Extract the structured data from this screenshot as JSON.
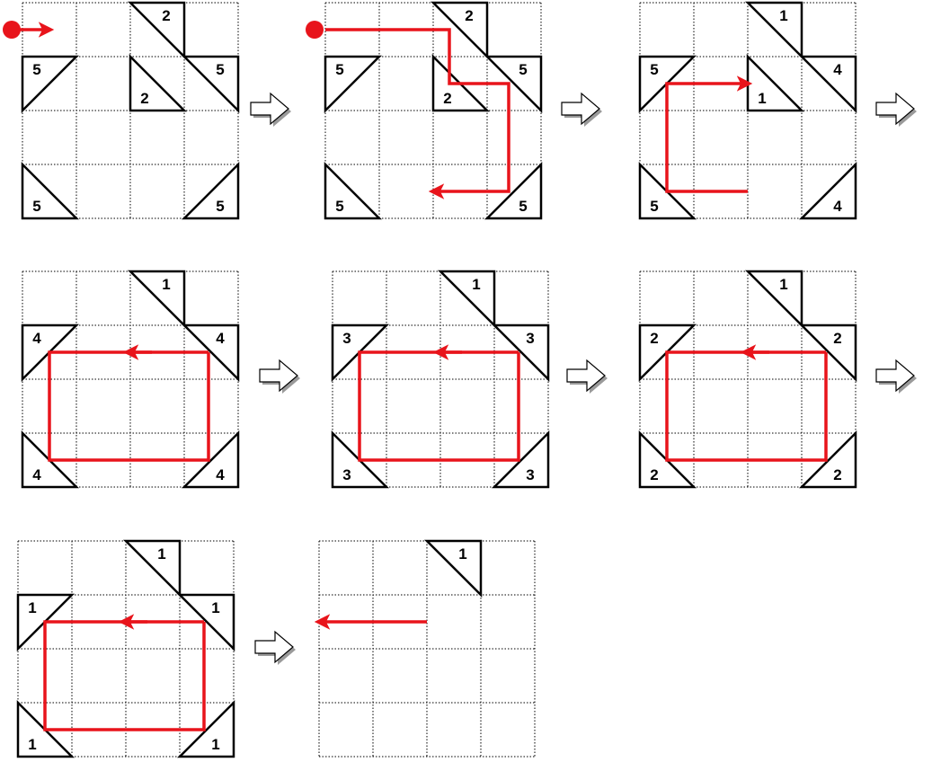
{
  "colors": {
    "grid": "#000000",
    "mirror_stroke": "#000000",
    "mirror_fill": "#ffffff",
    "path": "#e8141b",
    "start_marker": "#e8141b",
    "flow_arrow_fill": "#ffffff",
    "flow_arrow_shadow": "#9a9a9a"
  },
  "icons": {
    "start_marker": "filled-red-dot-icon",
    "flow_arrow": "hollow-right-arrow-icon",
    "path_arrowhead": "red-arrowhead-icon"
  },
  "puzzle": {
    "grid_rows": 4,
    "grid_cols": 4,
    "panels": [
      {
        "mirrors": [
          {
            "row": 0,
            "col": 2,
            "corner": "tr",
            "count": "2"
          },
          {
            "row": 1,
            "col": 0,
            "corner": "tl",
            "count": "5"
          },
          {
            "row": 1,
            "col": 2,
            "corner": "bl",
            "count": "2"
          },
          {
            "row": 1,
            "col": 3,
            "corner": "tr",
            "count": "5"
          },
          {
            "row": 3,
            "col": 0,
            "corner": "bl",
            "count": "5"
          },
          {
            "row": 3,
            "col": 3,
            "corner": "br",
            "count": "5"
          }
        ],
        "path": [
          [
            -0.15,
            0.5
          ],
          [
            0.5,
            0.5
          ]
        ],
        "start_marker": true,
        "path_arrowhead": true
      },
      {
        "mirrors": [
          {
            "row": 0,
            "col": 2,
            "corner": "tr",
            "count": "2"
          },
          {
            "row": 1,
            "col": 0,
            "corner": "tl",
            "count": "5"
          },
          {
            "row": 1,
            "col": 2,
            "corner": "bl",
            "count": "2"
          },
          {
            "row": 1,
            "col": 3,
            "corner": "tr",
            "count": "5"
          },
          {
            "row": 3,
            "col": 0,
            "corner": "bl",
            "count": "5"
          },
          {
            "row": 3,
            "col": 3,
            "corner": "br",
            "count": "5"
          }
        ],
        "path": [
          [
            0,
            0.5
          ],
          [
            2.3,
            0.5
          ],
          [
            2.3,
            1.5
          ],
          [
            3.4,
            1.5
          ],
          [
            3.4,
            3.5
          ],
          [
            2.0,
            3.5
          ]
        ],
        "start_marker": true,
        "path_arrowhead": true
      },
      {
        "mirrors": [
          {
            "row": 0,
            "col": 2,
            "corner": "tr",
            "count": "1"
          },
          {
            "row": 1,
            "col": 0,
            "corner": "tl",
            "count": "5"
          },
          {
            "row": 1,
            "col": 2,
            "corner": "bl",
            "count": "1"
          },
          {
            "row": 1,
            "col": 3,
            "corner": "tr",
            "count": "4"
          },
          {
            "row": 3,
            "col": 0,
            "corner": "bl",
            "count": "5"
          },
          {
            "row": 3,
            "col": 3,
            "corner": "br",
            "count": "4"
          }
        ],
        "path": [
          [
            2.0,
            3.5
          ],
          [
            0.5,
            3.5
          ],
          [
            0.5,
            1.5
          ],
          [
            2.0,
            1.5
          ]
        ],
        "start_marker": false,
        "path_arrowhead": true
      },
      {
        "mirrors": [
          {
            "row": 0,
            "col": 2,
            "corner": "tr",
            "count": "1"
          },
          {
            "row": 1,
            "col": 0,
            "corner": "tl",
            "count": "4"
          },
          {
            "row": 1,
            "col": 3,
            "corner": "tr",
            "count": "4"
          },
          {
            "row": 3,
            "col": 0,
            "corner": "bl",
            "count": "4"
          },
          {
            "row": 3,
            "col": 3,
            "corner": "br",
            "count": "4"
          }
        ],
        "path": [
          [
            3.45,
            1.5
          ],
          [
            3.45,
            3.5
          ],
          [
            0.5,
            3.5
          ],
          [
            0.5,
            1.5
          ],
          [
            3.45,
            1.5
          ]
        ],
        "start_marker": false,
        "path_arrowhead": false,
        "arrow_on_line": [
          [
            2.4,
            1.5
          ],
          [
            1.95,
            1.5
          ]
        ]
      },
      {
        "mirrors": [
          {
            "row": 0,
            "col": 2,
            "corner": "tr",
            "count": "1"
          },
          {
            "row": 1,
            "col": 0,
            "corner": "tl",
            "count": "3"
          },
          {
            "row": 1,
            "col": 3,
            "corner": "tr",
            "count": "3"
          },
          {
            "row": 3,
            "col": 0,
            "corner": "bl",
            "count": "3"
          },
          {
            "row": 3,
            "col": 3,
            "corner": "br",
            "count": "3"
          }
        ],
        "path": [
          [
            3.45,
            1.5
          ],
          [
            3.45,
            3.5
          ],
          [
            0.5,
            3.5
          ],
          [
            0.5,
            1.5
          ],
          [
            3.45,
            1.5
          ]
        ],
        "start_marker": false,
        "path_arrowhead": false,
        "arrow_on_line": [
          [
            2.4,
            1.5
          ],
          [
            1.95,
            1.5
          ]
        ]
      },
      {
        "mirrors": [
          {
            "row": 0,
            "col": 2,
            "corner": "tr",
            "count": "1"
          },
          {
            "row": 1,
            "col": 0,
            "corner": "tl",
            "count": "2"
          },
          {
            "row": 1,
            "col": 3,
            "corner": "tr",
            "count": "2"
          },
          {
            "row": 3,
            "col": 0,
            "corner": "bl",
            "count": "2"
          },
          {
            "row": 3,
            "col": 3,
            "corner": "br",
            "count": "2"
          }
        ],
        "path": [
          [
            3.45,
            1.5
          ],
          [
            3.45,
            3.5
          ],
          [
            0.5,
            3.5
          ],
          [
            0.5,
            1.5
          ],
          [
            3.45,
            1.5
          ]
        ],
        "start_marker": false,
        "path_arrowhead": false,
        "arrow_on_line": [
          [
            2.4,
            1.5
          ],
          [
            1.95,
            1.5
          ]
        ]
      },
      {
        "mirrors": [
          {
            "row": 0,
            "col": 2,
            "corner": "tr",
            "count": "1"
          },
          {
            "row": 1,
            "col": 0,
            "corner": "tl",
            "count": "1"
          },
          {
            "row": 1,
            "col": 3,
            "corner": "tr",
            "count": "1"
          },
          {
            "row": 3,
            "col": 0,
            "corner": "bl",
            "count": "1"
          },
          {
            "row": 3,
            "col": 3,
            "corner": "br",
            "count": "1"
          }
        ],
        "path": [
          [
            3.45,
            1.5
          ],
          [
            3.45,
            3.5
          ],
          [
            0.5,
            3.5
          ],
          [
            0.5,
            1.5
          ],
          [
            3.45,
            1.5
          ]
        ],
        "start_marker": false,
        "path_arrowhead": false,
        "arrow_on_line": [
          [
            2.4,
            1.5
          ],
          [
            1.95,
            1.5
          ]
        ]
      },
      {
        "mirrors": [
          {
            "row": 0,
            "col": 2,
            "corner": "tr",
            "count": "1"
          }
        ],
        "path": [
          [
            2.0,
            1.5
          ],
          [
            0.0,
            1.5
          ]
        ],
        "start_marker": false,
        "path_arrowhead": true
      }
    ]
  }
}
